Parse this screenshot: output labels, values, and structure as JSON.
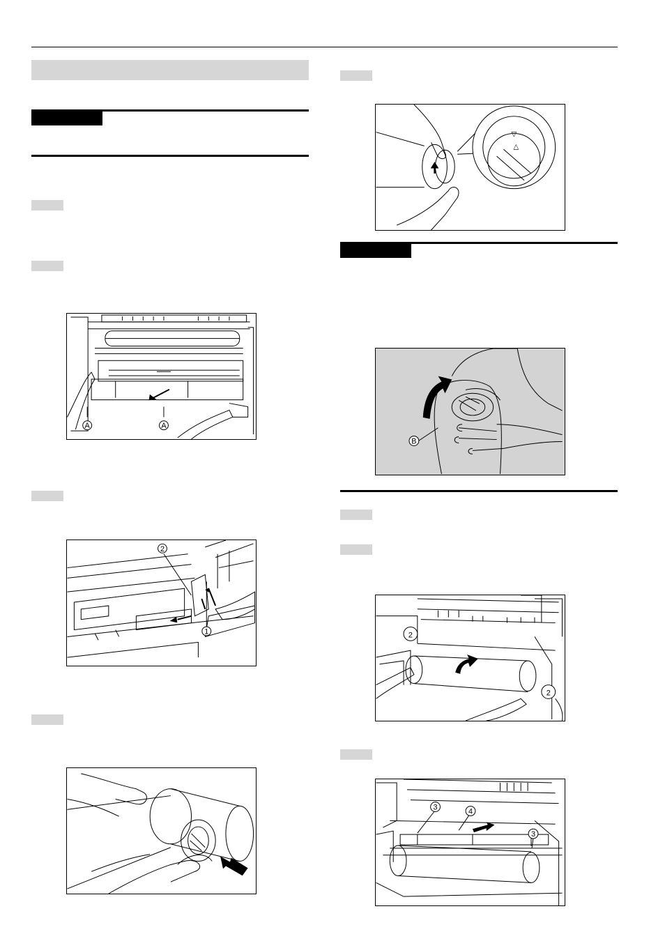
{
  "callouts": {
    "fig_a_left": "A",
    "fig_a_right": "A",
    "fig_2_top": "2",
    "fig_1_bottom": "1",
    "fig_b": "B",
    "fig_roll_left_2": "2",
    "fig_roll_right_2": "2",
    "fig_final_3_left": "3",
    "fig_final_4": "4",
    "fig_final_3_right": "3",
    "dial_arrow_down": "▽",
    "dial_arrow_up": "△"
  },
  "colors": {
    "band_gray": "#d6d6d6",
    "photo_gray": "#d3d3d3",
    "ink": "#000000"
  }
}
